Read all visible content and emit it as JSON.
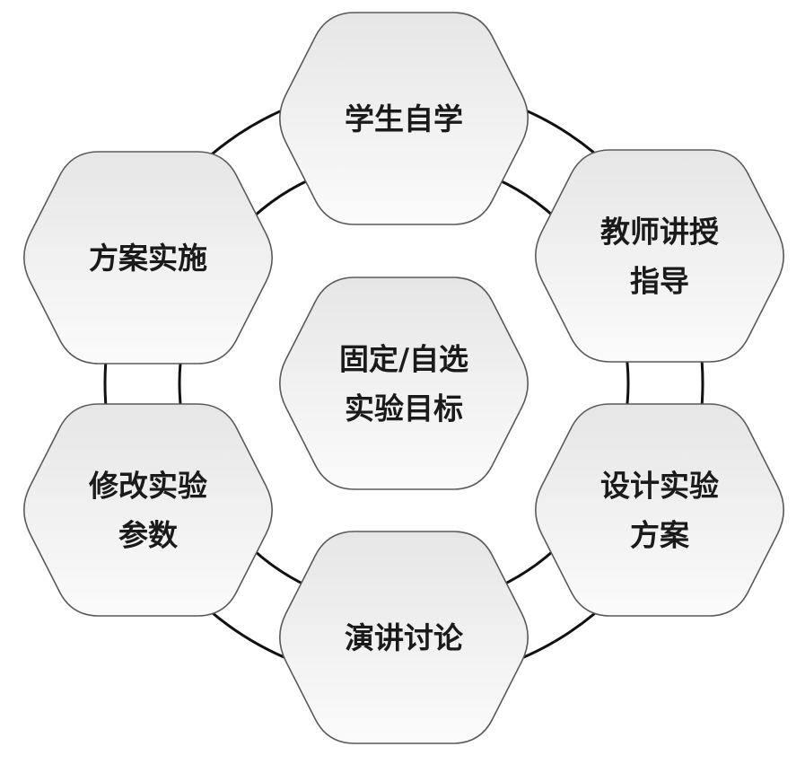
{
  "center": {
    "lines": [
      "固定/自选",
      "实验目标"
    ]
  },
  "nodes": [
    {
      "lines": [
        "学生自学"
      ]
    },
    {
      "lines": [
        "教师讲授",
        "指导"
      ]
    },
    {
      "lines": [
        "设计实验",
        "方案"
      ]
    },
    {
      "lines": [
        "演讲讨论"
      ]
    },
    {
      "lines": [
        "修改实验",
        "参数"
      ]
    },
    {
      "lines": [
        "方案实施"
      ]
    }
  ],
  "colors": {
    "stroke": "#5a5a5a",
    "ring": "#111111",
    "fill_top": "#e6e6e6",
    "fill_bottom": "#fbfbfb"
  }
}
